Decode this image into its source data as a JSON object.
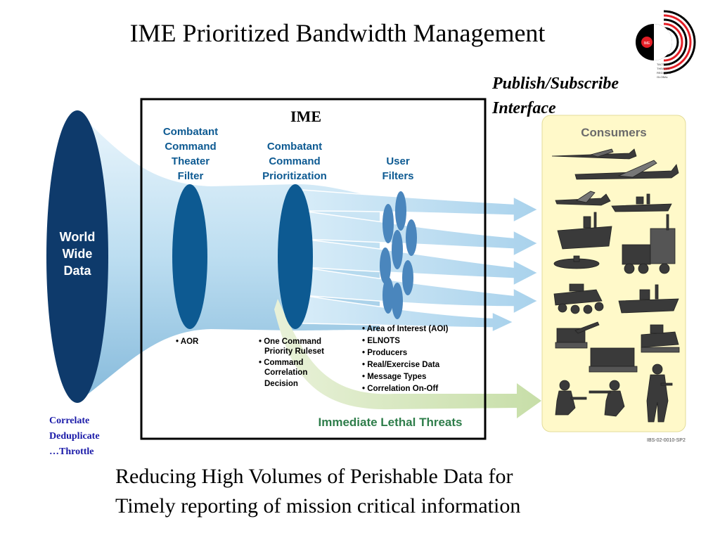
{
  "title": "IME Prioritized Bandwidth Management",
  "publish_subscribe": [
    "Publish/Subscribe",
    "Interface"
  ],
  "ime_box_label": "IME",
  "world_wide_data": [
    "World",
    "Wide",
    "Data"
  ],
  "stages": {
    "theater_filter": [
      "Combatant",
      "Command",
      "Theater",
      "Filter"
    ],
    "prioritization": [
      "Combatant",
      "Command",
      "Prioritization"
    ],
    "user_filters": [
      "User",
      "Filters"
    ]
  },
  "bullets": {
    "theater_filter": [
      "• AOR"
    ],
    "prioritization": [
      "• One Command",
      "Priority Ruleset",
      "• Command",
      "Correlation",
      "Decision"
    ],
    "user_filters": [
      "• Area of Interest (AOI)",
      "• ELNOTS",
      "• Producers",
      "• Real/Exercise Data",
      "• Message Types",
      "• Correlation On-Off"
    ]
  },
  "immediate_lethal_threats": "Immediate Lethal Threats",
  "consumers_label": "Consumers",
  "image_code": "IBS-02-0010-SP2",
  "side_note": [
    "Correlate",
    "Deduplicate",
    "…Throttle"
  ],
  "footer": [
    "Reducing High Volumes of Perishable Data for",
    "Timely reporting of mission critical information"
  ],
  "logo_text": "IME",
  "logo_small_lines": [
    "TACTICAL",
    "THEATER",
    "REGIONAL",
    "GLOBAL"
  ],
  "colors": {
    "navy": "#0e3a6b",
    "mid_blue": "#0d5a92",
    "ellipse_blue": "#4a86bd",
    "funnel_light": "#cfe6f5",
    "funnel_dark": "#8dc0e0",
    "threat_green": "#cfe3b4",
    "threat_text": "#2e7d4a",
    "consumers_bg": "#fff9c9",
    "side_note_blue": "#1a1aa8",
    "logo_red": "#e41e26"
  }
}
